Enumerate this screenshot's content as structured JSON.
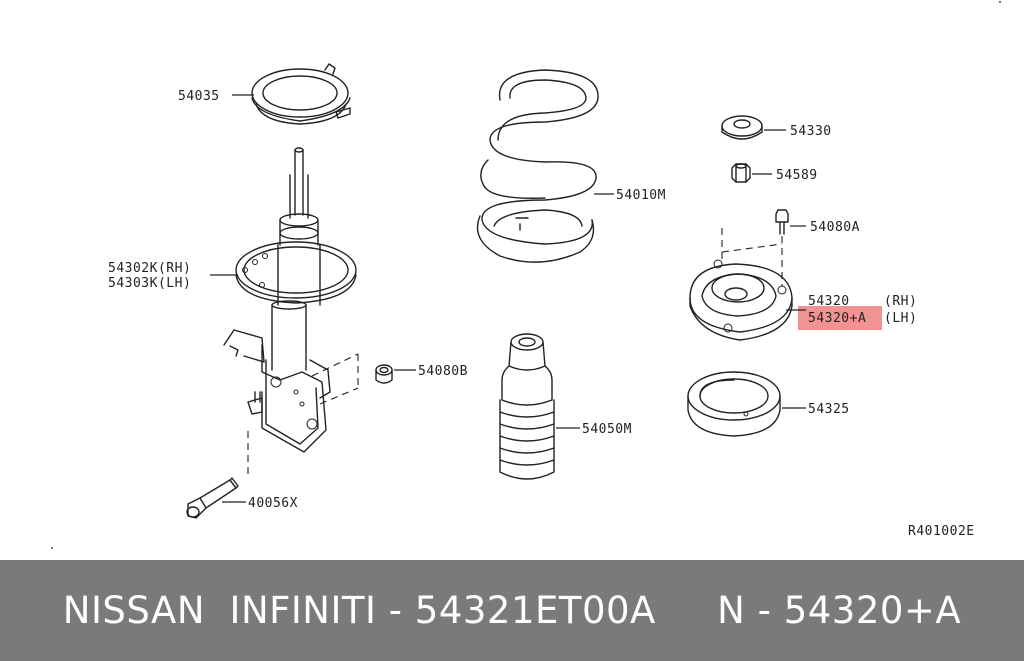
{
  "parts": {
    "seat_upper": "54035",
    "strut_rh": "54302K(RH)",
    "strut_lh": "54303K(LH)",
    "spring": "54010M",
    "bound_bumper": "54050M",
    "nut_b": "54080B",
    "bolt": "40056X",
    "cap": "54330",
    "nut": "54589",
    "nut_a": "54080A",
    "mount_rh_num": "54320",
    "mount_rh_side": "(RH)",
    "mount_lh_num": "54320+A",
    "mount_lh_side": "(LH)",
    "bearing": "54325"
  },
  "diagram_code": "R401002E",
  "highlight_color": "#f08080",
  "footer": {
    "text": "NISSAN  INFINITI - 54321ET00A     N - 54320+A"
  }
}
